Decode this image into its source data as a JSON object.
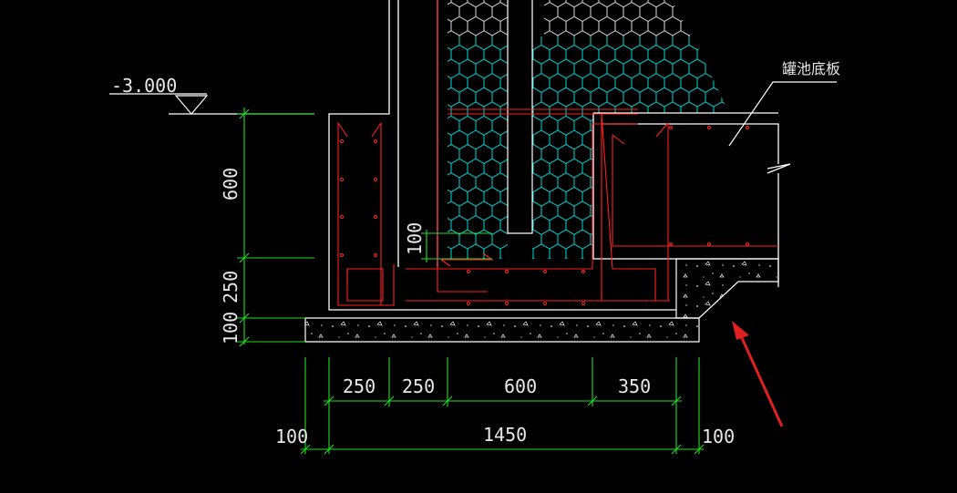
{
  "drawing": {
    "elevation_label": "-3.000",
    "tank_floor_label": "罐池底板",
    "vertical_dimensions": [
      "600",
      "250",
      "100"
    ],
    "small_dimension": "100",
    "horizontal_dimensions_top": [
      "250",
      "250",
      "600",
      "350"
    ],
    "horizontal_dimensions_bottom": [
      "100",
      "1450",
      "100"
    ]
  },
  "colors": {
    "background": "#000000",
    "outline": "#ffffff",
    "rebar": "#ff2020",
    "dimension": "#22dd22",
    "hatch_cyan": "#00d8d8",
    "hatch_white": "#dcdcdc",
    "arrow": "#e02020"
  }
}
